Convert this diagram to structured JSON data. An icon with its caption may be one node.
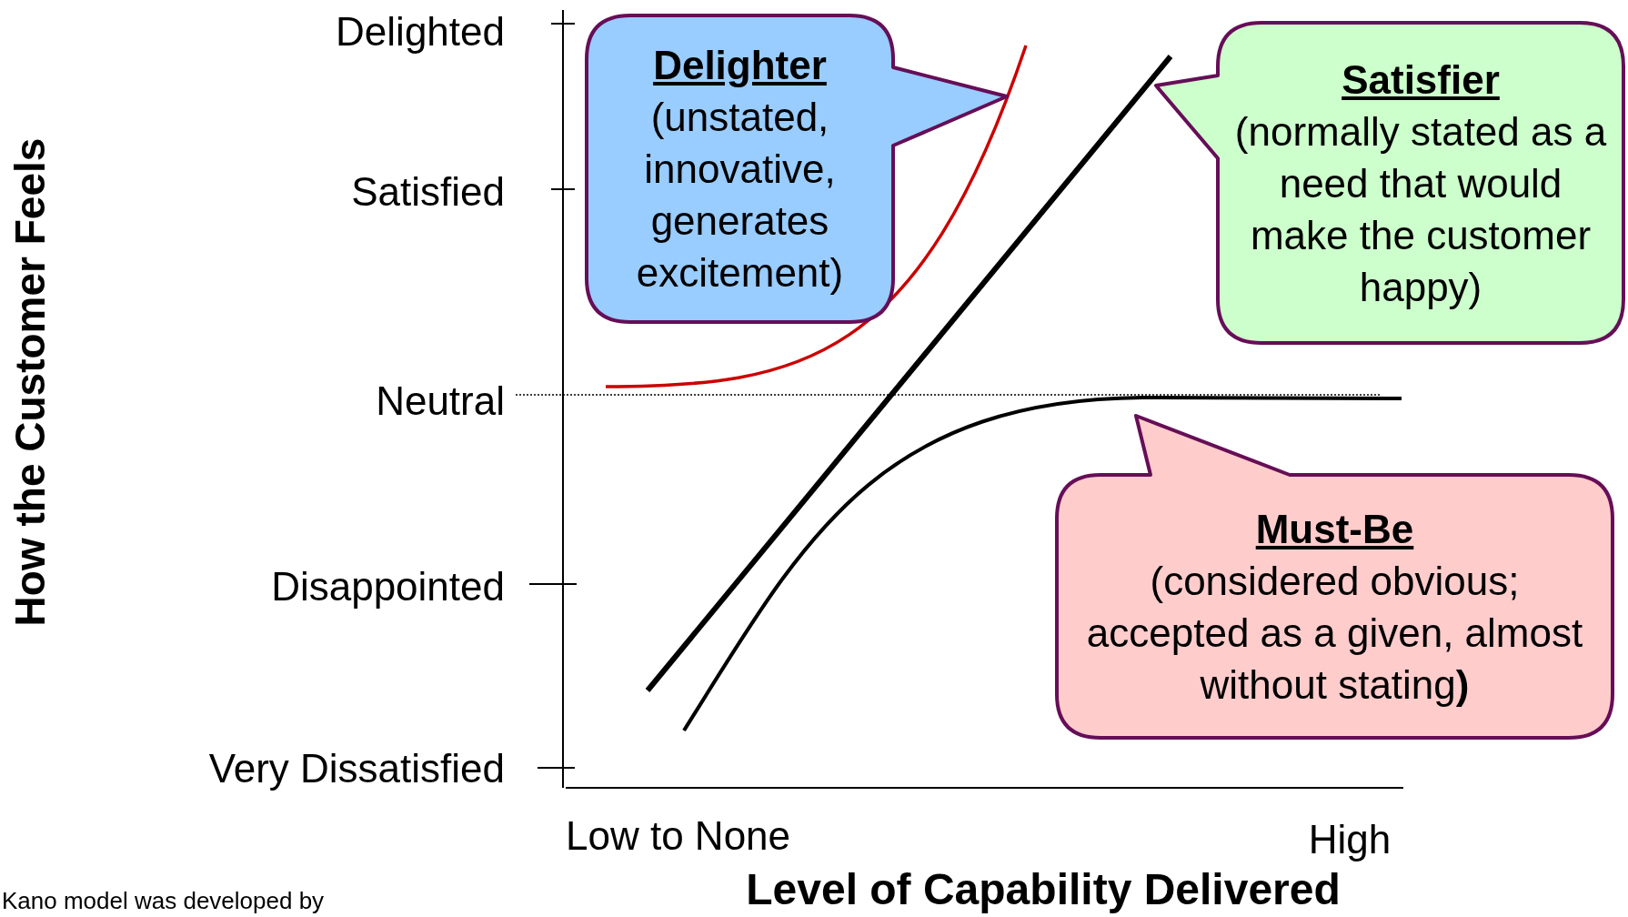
{
  "diagram": {
    "nodes": [
      {
        "text": [
          "Delighter",
          "(unstated, innovative, generates excitement)"
        ]
      },
      {
        "text": [
          "Satisfier",
          "(normally stated as a need that would make the customer happy)"
        ]
      },
      {
        "text": [
          "Must-Be",
          "(considered obvious; accepted as a given, almost without stating**)**"
        ]
      }
    ],
    "labels": [
      "Delighted",
      "Satisfied",
      "Neutral",
      "Disappointed",
      "Very Dissatisfied",
      "How the Customer Feels",
      "Low to None",
      "High",
      "Level of Capability Delivered",
      "Kano model was developed by"
    ]
  }
}
